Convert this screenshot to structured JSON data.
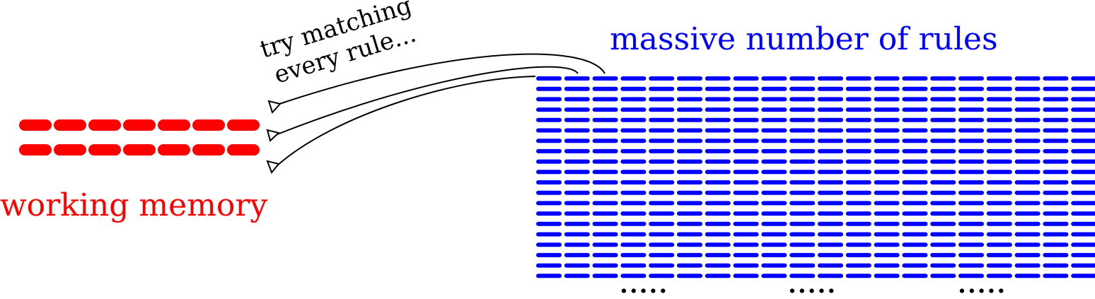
{
  "rules_title": "massive number of rules",
  "wm_label": "working memory",
  "annotation": {
    "line1": "try matching",
    "line2": "every rule..."
  },
  "ellipses": [
    "·····",
    "·····",
    "·····"
  ],
  "colors": {
    "working_memory": "#ff0000",
    "rules": "#0000ff",
    "arrows": "#000000"
  }
}
